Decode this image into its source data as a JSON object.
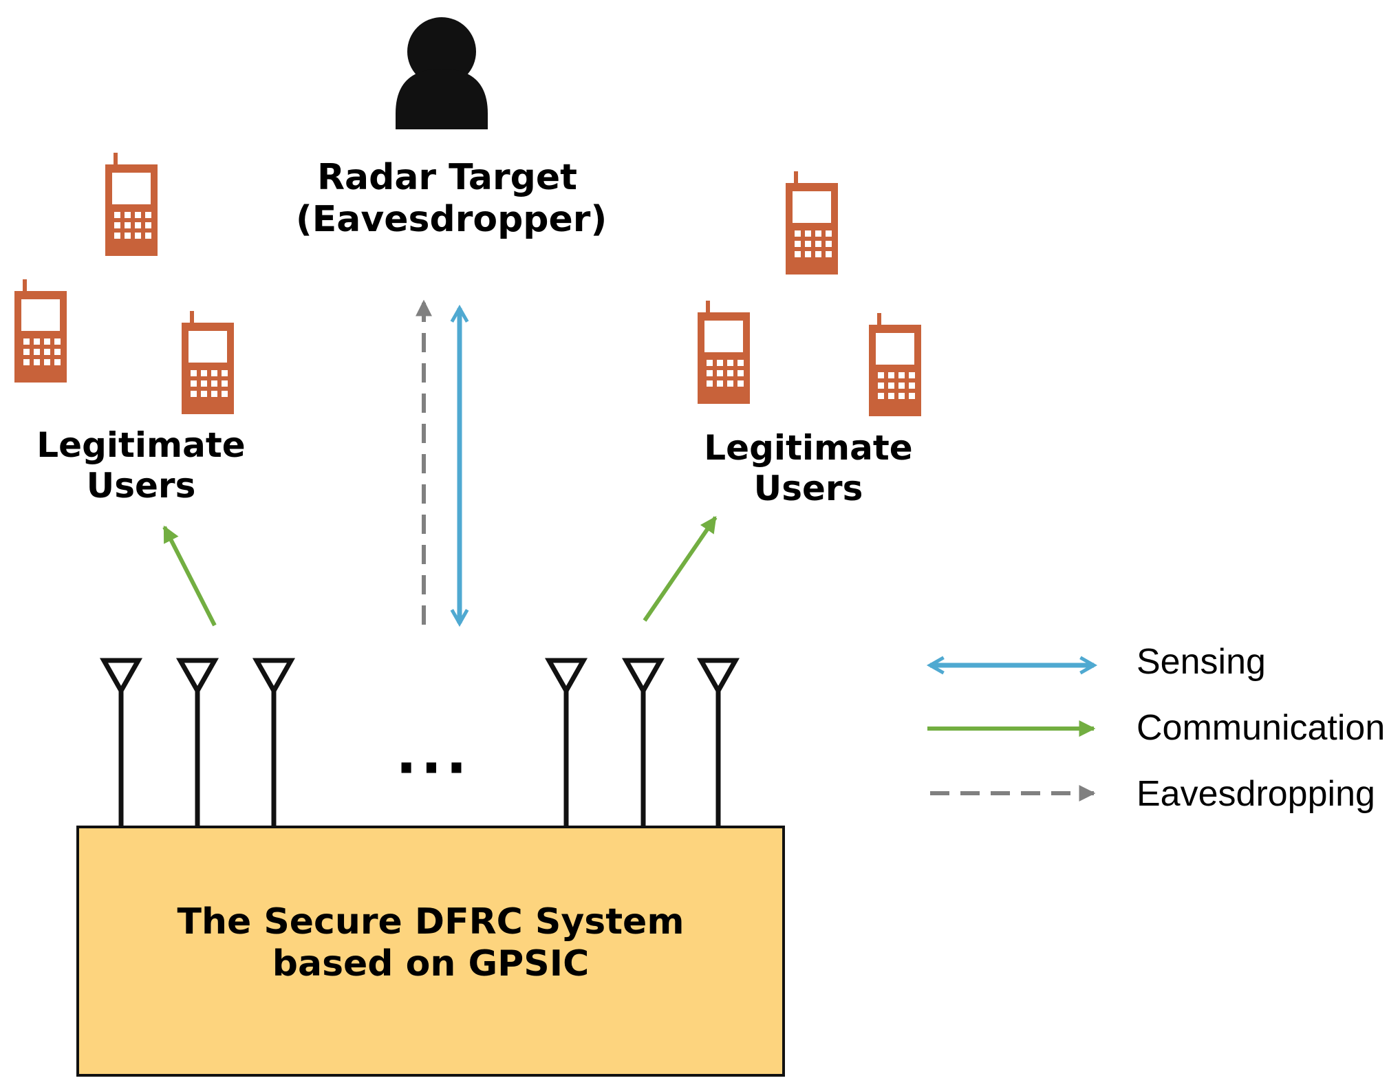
{
  "radar_target": {
    "line1": "Radar Target",
    "line2": "(Eavesdropper)"
  },
  "left_users": {
    "line1": "Legitimate",
    "line2": "Users"
  },
  "right_users": {
    "line1": "Legitimate",
    "line2": "Users"
  },
  "system_box": {
    "line1": "The Secure DFRC System",
    "line2": "based on GPSIC",
    "fill": "#FDD47E"
  },
  "ellipsis": "···",
  "legend": [
    {
      "label": "Sensing",
      "color": "#4FA9D1",
      "style": "double-arrow"
    },
    {
      "label": "Communication",
      "color": "#72AE41",
      "style": "arrow"
    },
    {
      "label": "Eavesdropping",
      "color": "#808080",
      "style": "dashed-arrow"
    }
  ],
  "colors": {
    "phone": "#C8623A",
    "person": "#111111",
    "antenna": "#111111"
  },
  "icons": [
    "person-icon",
    "phone-icon",
    "antenna-icon"
  ]
}
